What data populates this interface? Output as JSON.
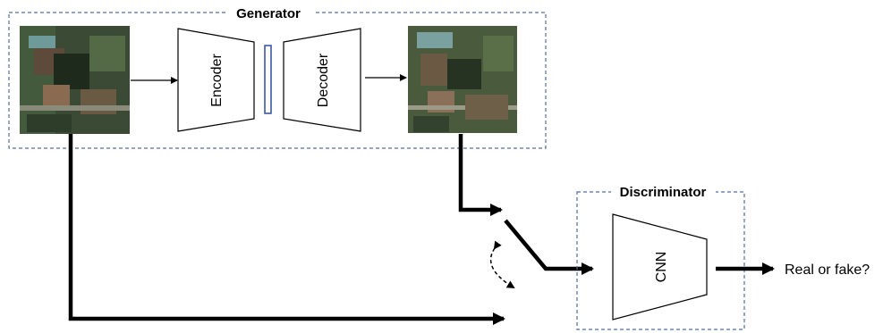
{
  "generator": {
    "title": "Generator"
  },
  "encoder": {
    "label": "Encoder"
  },
  "decoder": {
    "label": "Decoder"
  },
  "discriminator": {
    "title": "Discriminator"
  },
  "cnn": {
    "label": "CNN"
  },
  "output": {
    "label": "Real or fake?"
  },
  "colors": {
    "box_border": "#4f6d9c",
    "latent_border": "#2f4f9f",
    "stroke": "#000000",
    "aerial_dark": "#2a3826",
    "aerial_mid": "#4a5a3c"
  }
}
